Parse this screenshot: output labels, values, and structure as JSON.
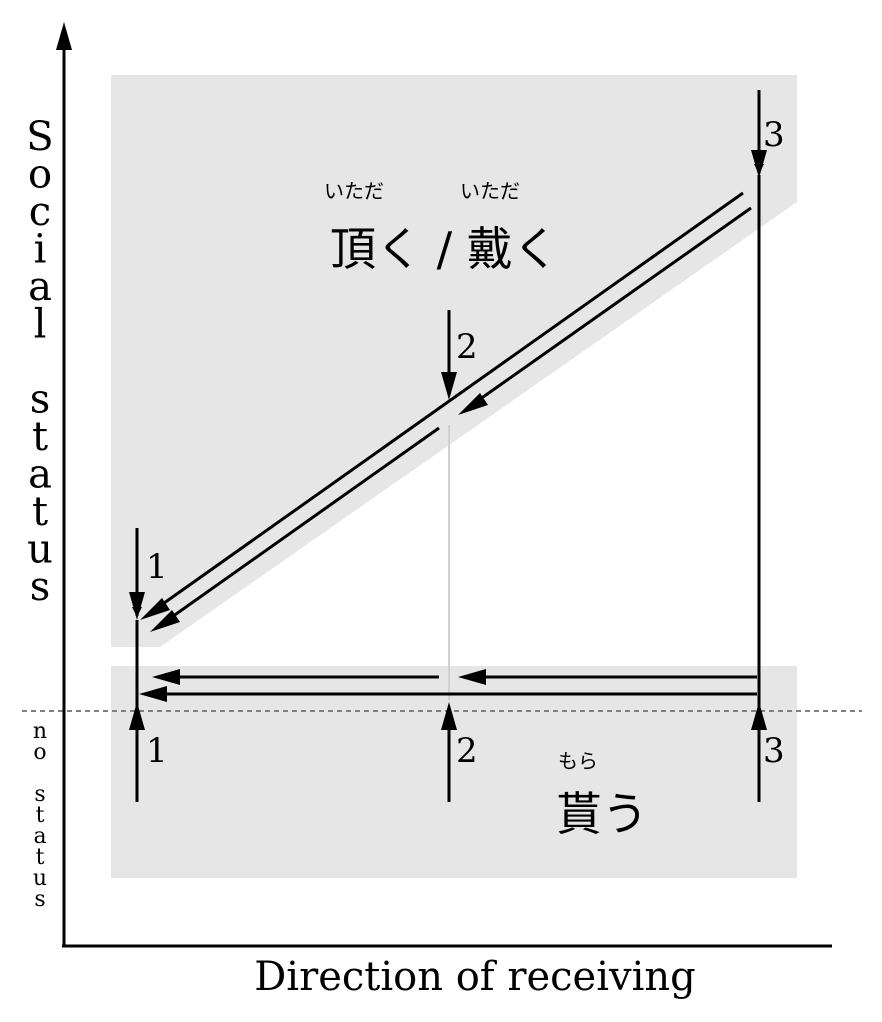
{
  "y_axis": {
    "label_upper": "Social status",
    "label_lower": "no status"
  },
  "x_axis": {
    "label": "Direction of receiving"
  },
  "upper_verb": {
    "kanji": "頂く / 戴く",
    "furigana_1": "いただ",
    "furigana_2": "いただ"
  },
  "lower_verb": {
    "kanji": "貰う",
    "furigana": "もら"
  },
  "markers": {
    "top_1": "1",
    "top_2": "2",
    "top_3": "3",
    "bottom_1": "1",
    "bottom_2": "2",
    "bottom_3": "3"
  },
  "colors": {
    "region_fill": "#e6e6e6",
    "line": "#000000",
    "dashed_divider": "#808080",
    "faint_line": "#d0d0d0"
  }
}
